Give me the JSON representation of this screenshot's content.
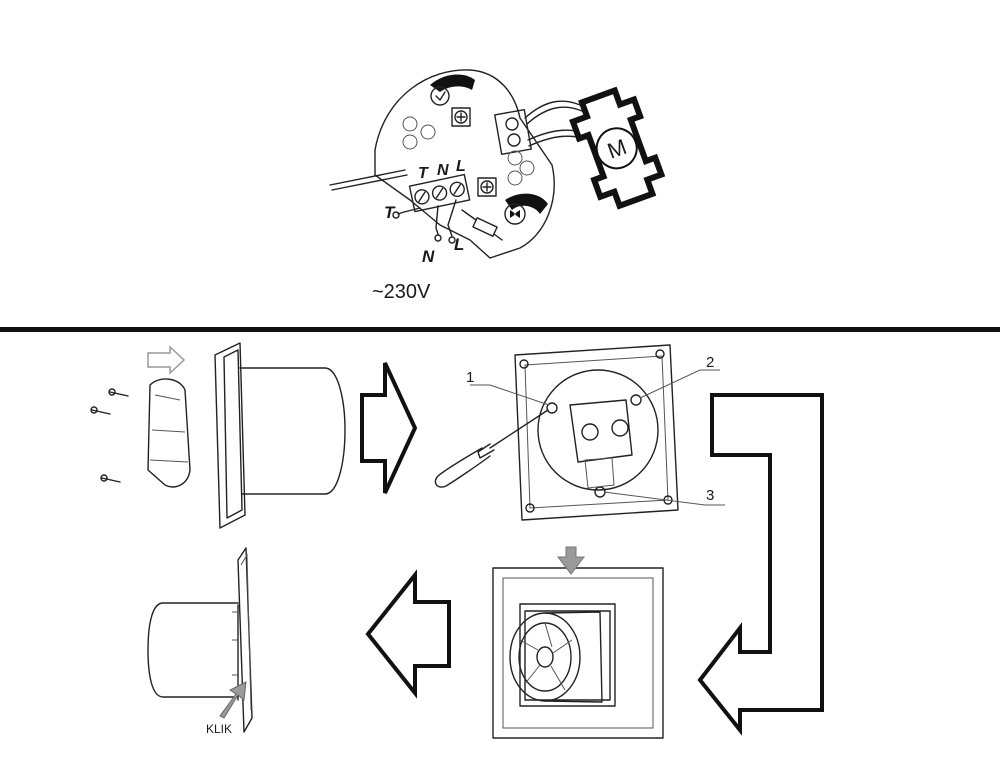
{
  "wiring": {
    "voltage": "~230V",
    "terminal_top_labels": [
      "T",
      "N",
      "L"
    ],
    "wire_labels": [
      "T",
      "N",
      "L"
    ],
    "motor_label": "M"
  },
  "assembly": {
    "callouts": [
      "1",
      "2",
      "3"
    ],
    "klik_label": "KLIK"
  },
  "colors": {
    "line": "#111111",
    "background": "#ffffff",
    "grey_arrow": "#9a9a9a"
  }
}
